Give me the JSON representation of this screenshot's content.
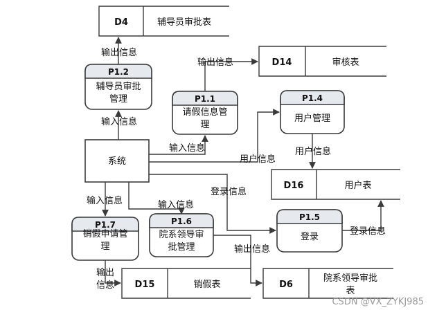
{
  "stores": {
    "d4": {
      "id": "D4",
      "name": "辅导员审批表"
    },
    "d14": {
      "id": "D14",
      "name": "审核表"
    },
    "d16": {
      "id": "D16",
      "name": "用户表"
    },
    "d15": {
      "id": "D15",
      "name": "销假表"
    },
    "d6": {
      "id": "D6",
      "name_line1": "院系领导审批",
      "name_line2": "表"
    }
  },
  "processes": {
    "p12": {
      "id": "P1.2",
      "line1": "辅导员审批",
      "line2": "管理"
    },
    "p11": {
      "id": "P1.1",
      "line1": "请假信息管",
      "line2": "理"
    },
    "p14": {
      "id": "P1.4",
      "line1": "用户管理"
    },
    "p15": {
      "id": "P1.5",
      "line1": "登录"
    },
    "p16": {
      "id": "P1.6",
      "line1": "院系领导审",
      "line2": "批管理"
    },
    "p17": {
      "id": "P1.7",
      "line1": "销假申请管",
      "line2": "理"
    }
  },
  "entities": {
    "system": {
      "name": "系统"
    }
  },
  "flows": {
    "out_d4": "输出信息",
    "in_p12": "输入信息",
    "out_d14": "输出信息",
    "in_p11": "输入信息",
    "user_info_p14": "用户信息",
    "user_info_d16": "用户信息",
    "login_info_sys": "登录信息",
    "login_info_d16": "登录信息",
    "in_p17": "输入信息",
    "in_p16": "输入信息",
    "out_d6": "输出信息",
    "out_d15_line1": "输出",
    "out_d15_line2": "信息"
  },
  "watermark": "CSDN @VX_ZYKJ985",
  "colors": {
    "stroke": "#3a3a3a",
    "process_header": "#e6e9ee",
    "text": "#111111"
  }
}
